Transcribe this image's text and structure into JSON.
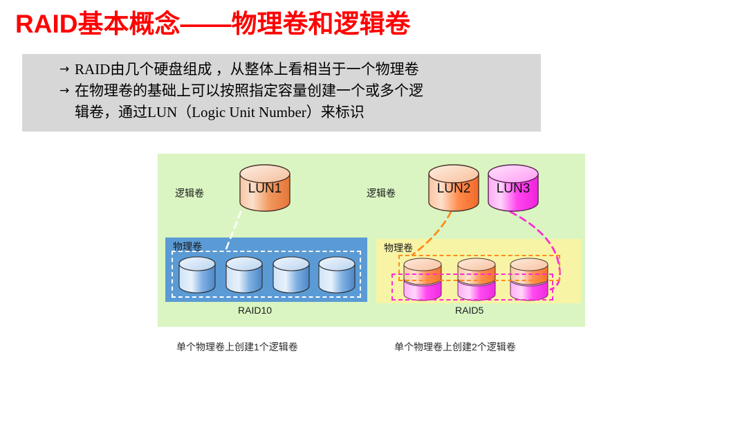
{
  "slide": {
    "title": "RAID基本概念——物理卷和逻辑卷",
    "title_color": "#ff0000",
    "background": "#ffffff"
  },
  "bullets": {
    "panel_background": "#d7d7d7",
    "marker": "→",
    "items": [
      {
        "text": "RAID由几个硬盘组成 ，从整体上看相当于一个物理卷"
      },
      {
        "text": "在物理卷的基础上可以按照指定容量创建一个或多个逻",
        "continuation": "辑卷，通过LUN（Logic Unit Number）来标识"
      }
    ]
  },
  "diagram": {
    "panels": {
      "logical_area_color": "#daf5c2",
      "physical_left_color": "#5b9bd5",
      "physical_right_color": "#f7f4a6"
    },
    "labels": {
      "logical_volume_left": "逻辑卷",
      "logical_volume_right": "逻辑卷",
      "physical_volume_left": "物理卷",
      "physical_volume_right": "物理卷",
      "raid_left": "RAID10",
      "raid_right": "RAID5"
    },
    "logical_volumes": [
      {
        "name": "LUN1",
        "color": "#f08b4b",
        "side": "left"
      },
      {
        "name": "LUN2",
        "color": "#f9743a",
        "side": "right"
      },
      {
        "name": "LUN3",
        "color": "#ff3cf0",
        "side": "right"
      }
    ],
    "left_disks": {
      "count": 4,
      "color": "#4f8fd4"
    },
    "right_disks": {
      "count": 3,
      "top_color": "#ff7a3c",
      "bottom_color": "#ff3cf0"
    },
    "group_outlines": [
      {
        "name": "lun1-group",
        "style": "dashed",
        "color": "#ffffff"
      },
      {
        "name": "lun2-group",
        "style": "dashed",
        "color": "#ff8c1a"
      },
      {
        "name": "lun3-group",
        "style": "dashed",
        "color": "#ff2ad4"
      }
    ],
    "connectors": [
      {
        "from": "LUN1",
        "to": "lun1-group",
        "color": "#ffffff"
      },
      {
        "from": "LUN2",
        "to": "lun2-group",
        "color": "#ff8c1a"
      },
      {
        "from": "LUN3",
        "to": "lun3-group",
        "color": "#ff2ad4"
      }
    ]
  },
  "captions": {
    "left": "单个物理卷上创建1个逻辑卷",
    "right": "单个物理卷上创建2个逻辑卷"
  }
}
